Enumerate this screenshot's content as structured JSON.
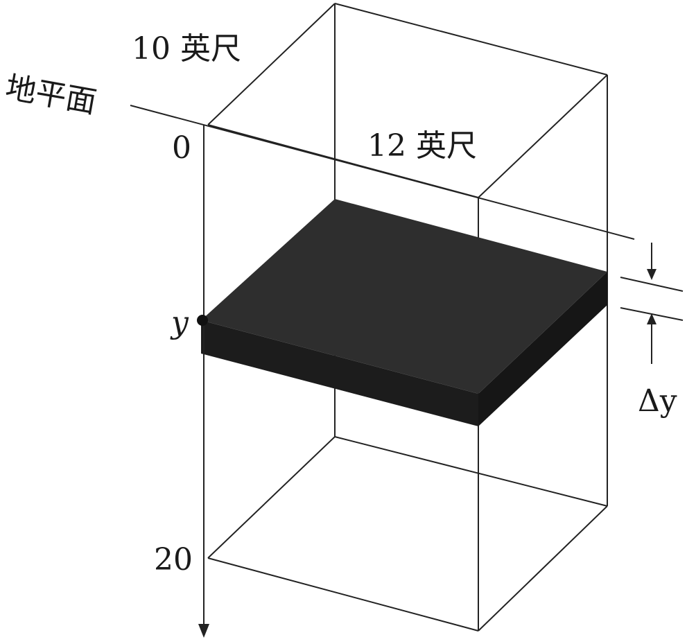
{
  "labels": {
    "width_label": "10 英尺",
    "length_label": "12 英尺",
    "ground_label": "地平面",
    "depth_zero": "0",
    "depth_bottom": "20",
    "slice_depth": "y",
    "slice_thickness": "Δy"
  },
  "colors": {
    "outline": "#222222",
    "slab_top": "#2b2b2b",
    "slab_side": "#1c1c1c",
    "background": "#ffffff"
  }
}
